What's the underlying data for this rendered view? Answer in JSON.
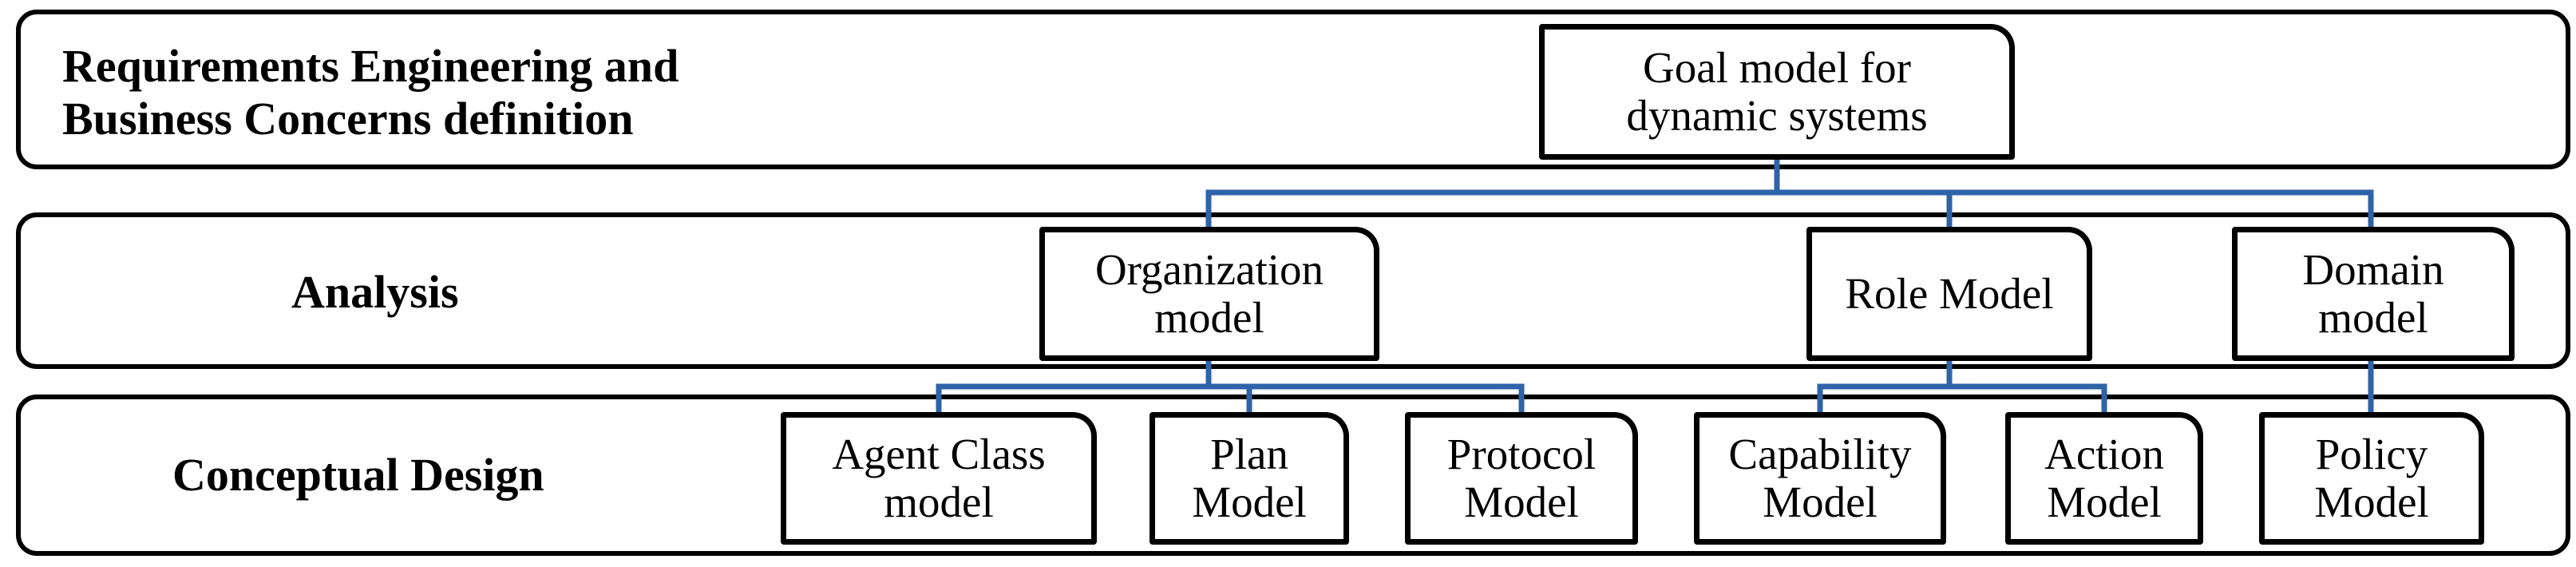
{
  "layers": {
    "requirements": {
      "title_line1": "Requirements Engineering and",
      "title_line2": "Business Concerns definition"
    },
    "analysis": {
      "title": "Analysis"
    },
    "design": {
      "title": "Conceptual Design"
    }
  },
  "nodes": {
    "goal_model": {
      "line1": "Goal model for",
      "line2": "dynamic systems"
    },
    "organization_model": {
      "line1": "Organization",
      "line2": "model"
    },
    "role_model": {
      "line1": "Role Model"
    },
    "domain_model": {
      "line1": "Domain",
      "line2": "model"
    },
    "agent_class_model": {
      "line1": "Agent Class",
      "line2": "model"
    },
    "plan_model": {
      "line1": "Plan",
      "line2": "Model"
    },
    "protocol_model": {
      "line1": "Protocol",
      "line2": "Model"
    },
    "capability_model": {
      "line1": "Capability",
      "line2": "Model"
    },
    "action_model": {
      "line1": "Action",
      "line2": "Model"
    },
    "policy_model": {
      "line1": "Policy",
      "line2": "Model"
    }
  },
  "colors": {
    "connector": "#2e63a8",
    "border": "#000000",
    "background": "#ffffff"
  }
}
